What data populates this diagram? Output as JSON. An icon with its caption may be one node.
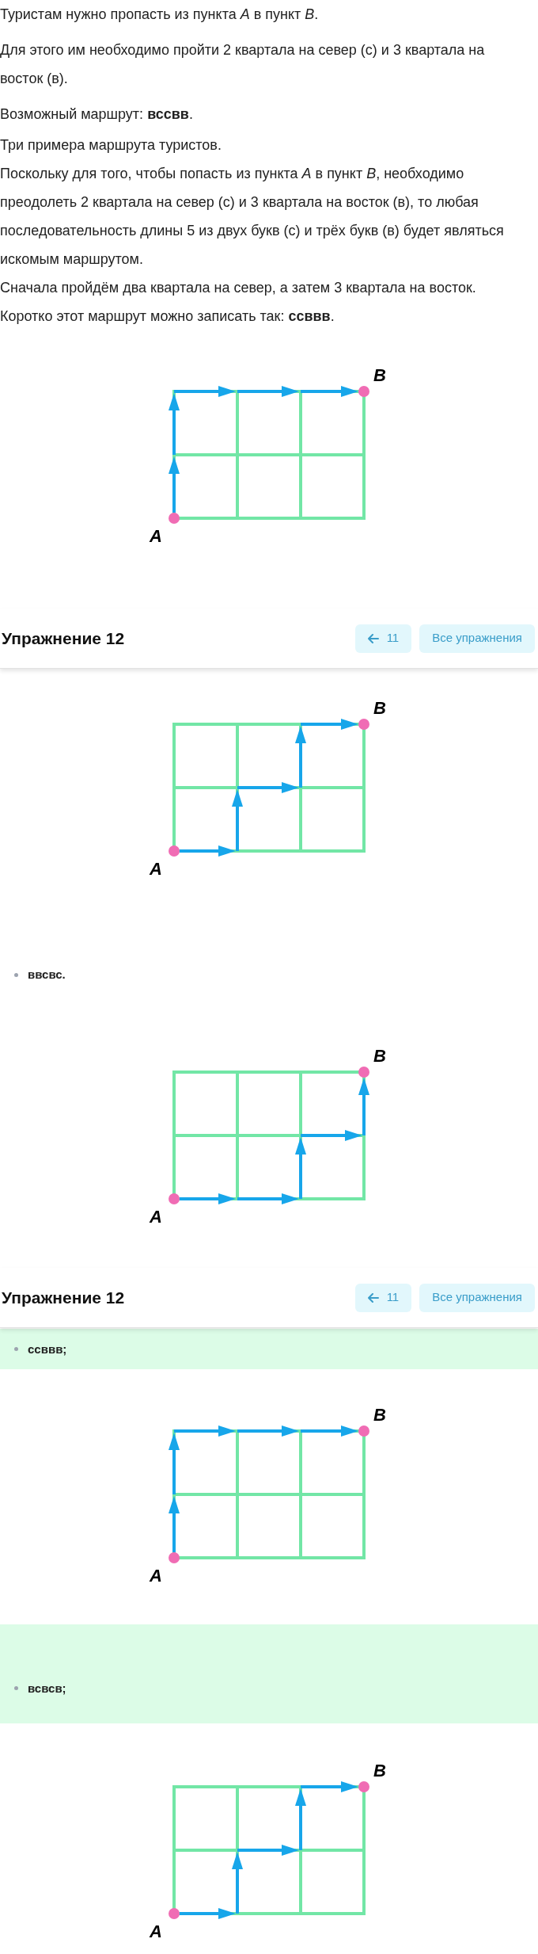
{
  "diagram": {
    "nodes": [
      {
        "text": [],
        "shape": "circle",
        "beside": [
          "B"
        ]
      },
      {
        "text": [],
        "shape": "circle",
        "beside": [
          "A"
        ]
      },
      {
        "text": [],
        "shape": "circle",
        "beside": [
          "B"
        ]
      },
      {
        "text": [],
        "shape": "circle",
        "beside": [
          "A"
        ]
      },
      {
        "text": [],
        "shape": "circle",
        "beside": [
          "B"
        ]
      },
      {
        "text": [],
        "shape": "circle",
        "beside": [
          "A"
        ]
      },
      {
        "text": [],
        "shape": "circle",
        "beside": [
          "B"
        ]
      },
      {
        "text": [],
        "shape": "circle",
        "beside": [
          "A"
        ]
      },
      {
        "text": [],
        "shape": "circle",
        "beside": [
          "B"
        ]
      },
      {
        "text": [],
        "shape": "circle",
        "beside": [
          "A"
        ]
      }
    ],
    "edges": [
      {
        "from": 1,
        "to": 0,
        "arrow": "to"
      },
      {
        "from": 3,
        "to": 2,
        "arrow": "to"
      },
      {
        "from": 5,
        "to": 4,
        "arrow": "to"
      },
      {
        "from": 7,
        "to": 6,
        "arrow": "to"
      },
      {
        "from": 9,
        "to": 8,
        "arrow": "to"
      }
    ],
    "labels": [
      "Туристам нужно пропасть из пункта *A* в пункт *B*.",
      "Для этого им необходимо пройти 2 квартала на север (с) и 3 квартала на восток (в).",
      "Возможный маршрут: **вссвв**.",
      "Три примера маршрута туристов.",
      "Поскольку для того, чтобы попасть из пункта *A* в пункт *B*, необходимо преодолеть 2 квартала на север (с) и 3 квартала на восток (в), то любая последовательность длины 5 из двух букв (с) и трёх букв (в) будет являться искомым маршрутом.",
      "Сначала пройдём два квартала на север, а затем 3 квартала на восток.",
      "Коротко этот маршрут можно записать так: **ссввв**.",
      "Упражнение 12",
      "11",
      "Все упражнения",
      "ввсвс.",
      "Упражнение 12",
      "11",
      "Все упражнения",
      "ссввв;",
      "всвсв;"
    ]
  }
}
